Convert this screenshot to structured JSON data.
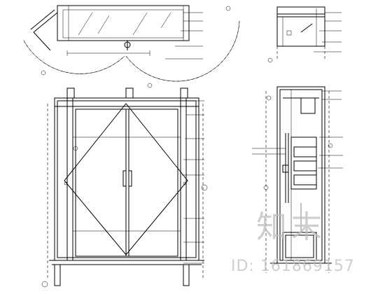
{
  "drawing": {
    "type": "door elevation and section detail drawing",
    "colors": {
      "line": "#000000",
      "background": "#ffffff",
      "watermark": "#bebebe"
    }
  },
  "watermark": {
    "logo_text": "知末",
    "id_text": "ID: 161869157"
  },
  "annotations": []
}
